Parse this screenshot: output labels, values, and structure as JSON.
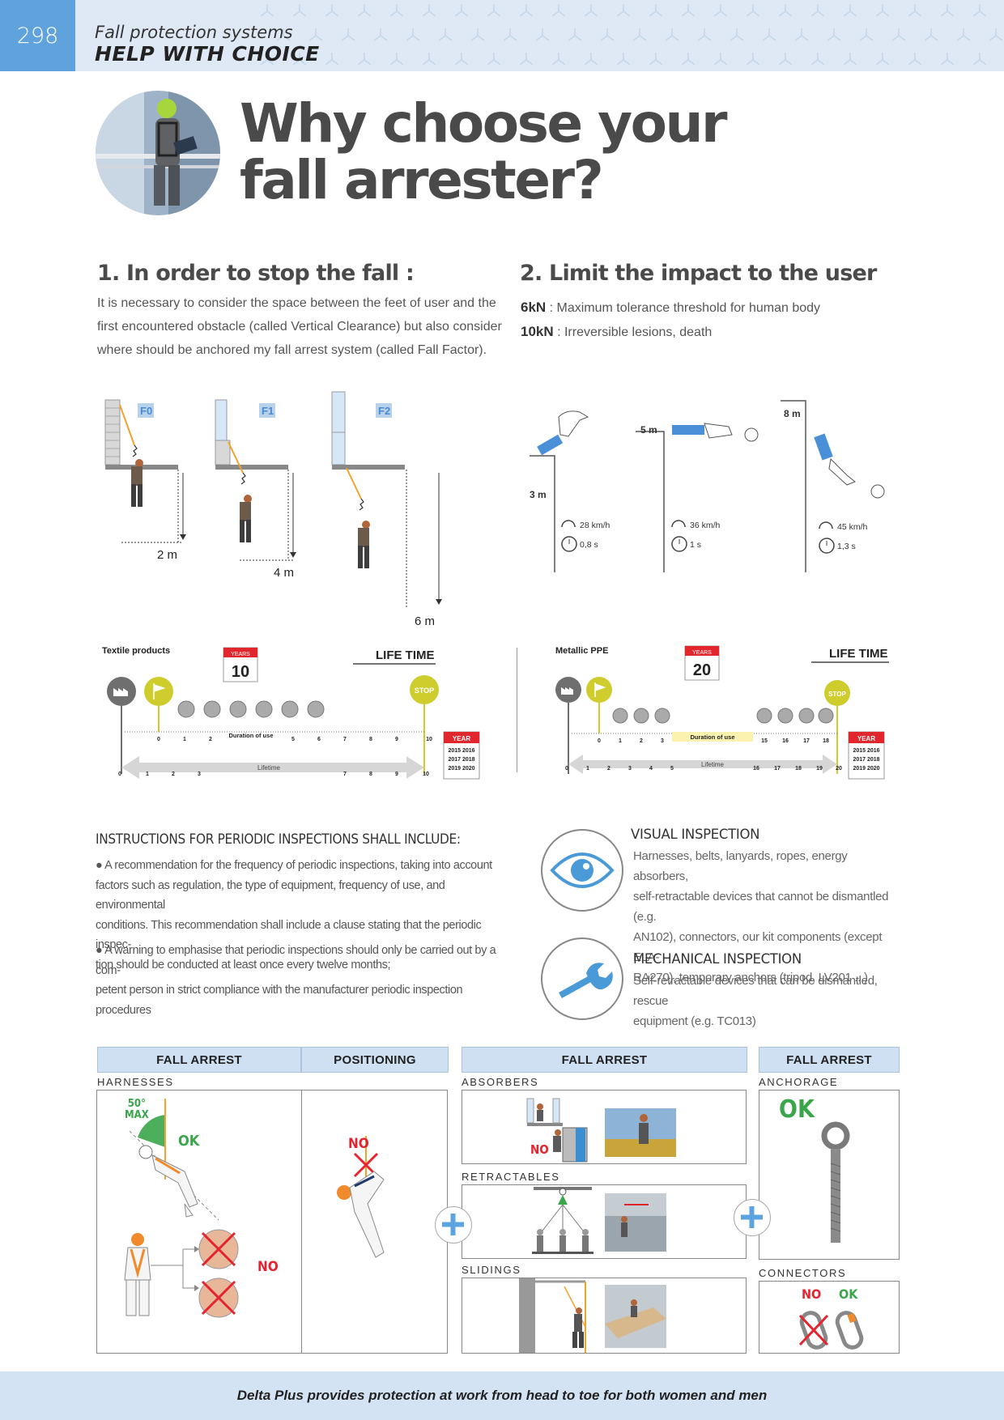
{
  "header": {
    "page_number": "298",
    "subtitle": "Fall protection systems",
    "title": "HELP WITH CHOICE"
  },
  "main_title": {
    "line1": "Why choose your",
    "line2": "fall arrester?"
  },
  "section1": {
    "title": "1. In order to stop the fall :",
    "lines": [
      "It is necessary to consider the space between the feet of user and the",
      "first encountered obstacle  (called Vertical Clearance) but also consider",
      "where should be anchored my fall arrest system (called Fall Factor)."
    ],
    "factors": [
      {
        "label": "F0",
        "distance": "2 m"
      },
      {
        "label": "F1",
        "distance": "4 m"
      },
      {
        "label": "F2",
        "distance": "6 m"
      }
    ]
  },
  "section2": {
    "title": "2. Limit the impact to the user",
    "items": [
      {
        "value": "6kN",
        "text": " : Maximum tolerance threshold for human body"
      },
      {
        "value": "10kN",
        "text": " : Irreversible lesions, death"
      }
    ],
    "falls": [
      {
        "height": "3 m",
        "speed": "28 km/h",
        "time": "0,8 s"
      },
      {
        "height": "5 m",
        "speed": "36 km/h",
        "time": "1 s"
      },
      {
        "height": "8 m",
        "speed": "45 km/h",
        "time": "1,3 s"
      }
    ]
  },
  "lifetime": {
    "textile": {
      "label": "Textile products",
      "years_label": "YEARS",
      "years": "10",
      "life_time": "LIFE TIME",
      "stop": "STOP",
      "duration": "Duration of use",
      "lifetime": "Lifetime",
      "top_ticks": [
        "0",
        "1",
        "2",
        "5",
        "6",
        "7",
        "8",
        "9",
        "10"
      ],
      "bottom_ticks": [
        "0",
        "1",
        "2",
        "3",
        "7",
        "8",
        "9",
        "10"
      ]
    },
    "metallic": {
      "label": "Metallic PPE",
      "years_label": "YEARS",
      "years": "20",
      "life_time": "LIFE TIME",
      "stop": "STOP",
      "duration": "Duration of use",
      "lifetime": "Lifetime",
      "top_ticks": [
        "0",
        "1",
        "2",
        "3",
        "15",
        "16",
        "17",
        "18"
      ],
      "bottom_ticks": [
        "0",
        "1",
        "2",
        "3",
        "4",
        "5",
        "16",
        "17",
        "18",
        "19",
        "20"
      ]
    },
    "year_card": {
      "label": "YEAR",
      "rows": [
        "2015 2016",
        "2017 2018",
        "2019 2020"
      ]
    }
  },
  "instructions": {
    "title": "INSTRUCTIONS FOR PERIODIC INSPECTIONS SHALL INCLUDE:",
    "item1": [
      "● A recommendation for the frequency of periodic inspections, taking into account",
      "factors such as regulation, the type of equipment, frequency of use, and environmental",
      "conditions. This recommendation shall include a clause stating that the periodic inspec-",
      "tion should be conducted at least once every twelve months;"
    ],
    "item2": [
      "● A warning to emphasise that periodic inspections should only be carried out by a com-",
      "petent person in strict compliance with the manufacturer periodic inspection procedures"
    ]
  },
  "inspections": {
    "visual": {
      "title": "VISUAL INSPECTION",
      "lines": [
        "Harnesses, belts, lanyards, ropes, energy absorbers,",
        "self-retractable devices that cannot be dismantled (e.g.",
        "AN102), connectors, our kit components (except ELA-",
        "RA270), temporary anchors (tripod, LV201 ...)"
      ]
    },
    "mechanical": {
      "title": "MECHANICAL INSPECTION",
      "lines": [
        "Self-retractable devices that can be dismantled, rescue",
        "equipment (e.g. TC013)"
      ]
    }
  },
  "table": {
    "headers": [
      "FALL ARREST",
      "POSITIONING",
      "FALL ARREST",
      "FALL ARREST"
    ],
    "categories": {
      "harnesses": "HARNESSES",
      "absorbers": "ABSORBERS",
      "retractables": "RETRACTABLES",
      "slidings": "SLIDINGS",
      "anchorage": "ANCHORAGE",
      "connectors": "CONNECTORS"
    },
    "harness_angle": "50°",
    "harness_max": "MAX",
    "ok": "OK",
    "no": "NO"
  },
  "footer": "Delta Plus provides protection at work from head to toe for both women and men"
}
